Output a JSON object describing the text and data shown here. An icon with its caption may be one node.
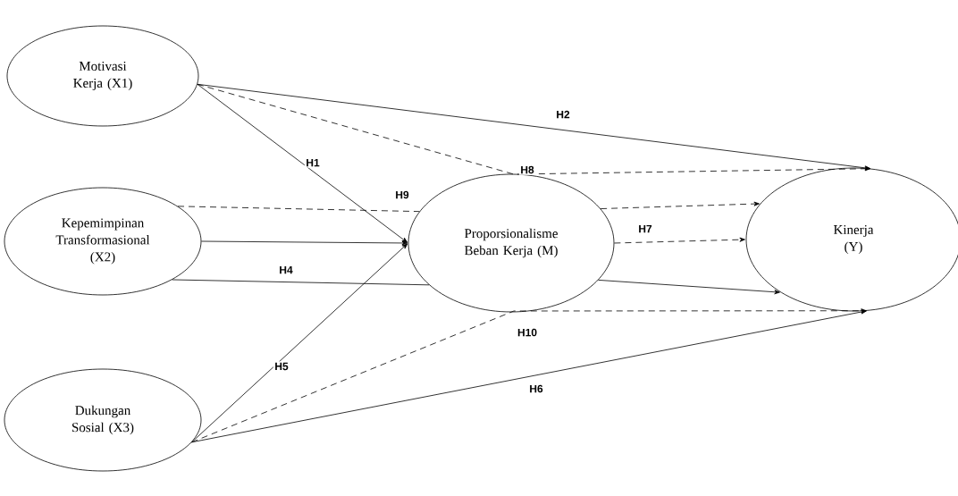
{
  "diagram": {
    "nodes": [
      {
        "text": [
          "Motivasi Kerja (X1)"
        ]
      },
      {
        "text": [
          "Kepemimpinan Transformasional (X2)"
        ]
      },
      {
        "text": [
          "Dukungan Sosial (X3)"
        ]
      },
      {
        "text": [
          "Proporsionalisme Beban Kerja (M)"
        ]
      },
      {
        "text": [
          "Kinerja (Y)"
        ]
      }
    ],
    "edges": [
      {
        "from": 0,
        "to": 3,
        "arrow": "to",
        "label": "H1"
      },
      {
        "from": 0,
        "to": 4,
        "arrow": "to",
        "label": "H2"
      },
      {
        "from": 0,
        "to": 4,
        "arrow": "to",
        "label": "H8",
        "style": "dashed"
      },
      {
        "from": 1,
        "to": 3,
        "arrow": "none",
        "label": "H9",
        "style": "dashed"
      },
      {
        "from": 3,
        "to": 4,
        "arrow": "to",
        "style": "dashed"
      },
      {
        "from": 1,
        "to": 3,
        "arrow": "to"
      },
      {
        "from": 1,
        "to": 3,
        "arrow": "none",
        "label": "H4"
      },
      {
        "from": 3,
        "to": 4,
        "arrow": "to"
      },
      {
        "from": 3,
        "to": 4,
        "arrow": "to",
        "label": "H7",
        "style": "dashed"
      },
      {
        "from": 2,
        "to": 3,
        "arrow": "to",
        "label": "H5"
      },
      {
        "from": 2,
        "to": 4,
        "arrow": "to",
        "label": "H6"
      },
      {
        "from": 2,
        "to": 4,
        "arrow": "to",
        "label": "H10",
        "style": "dashed"
      }
    ]
  }
}
